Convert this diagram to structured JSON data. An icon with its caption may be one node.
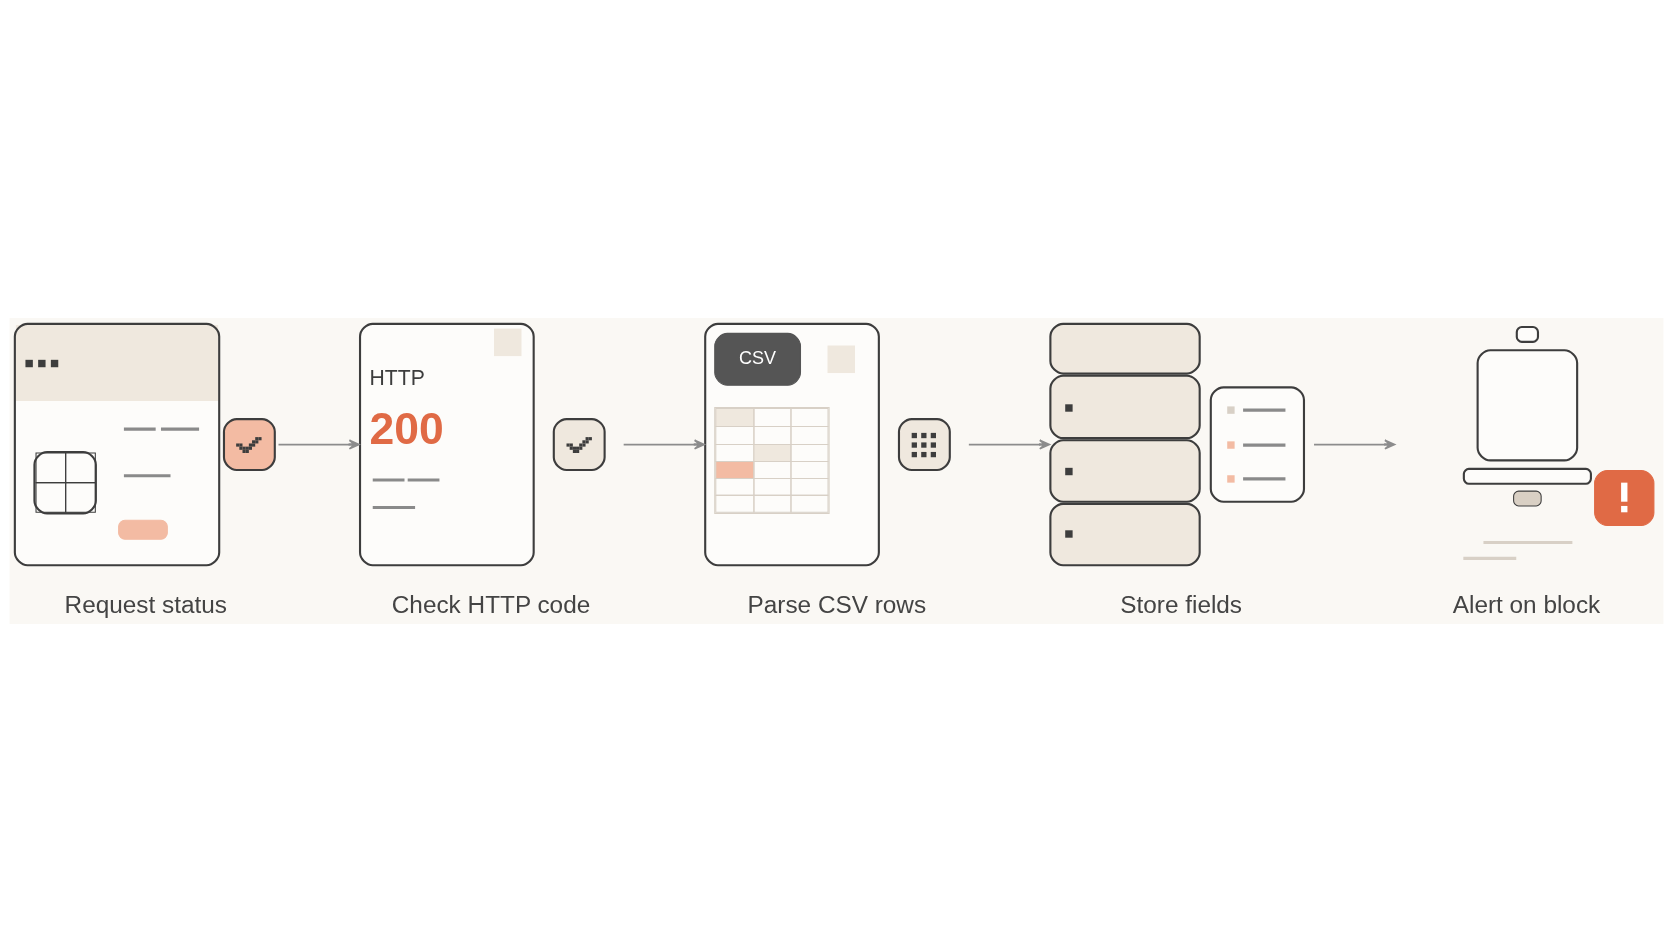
{
  "diagram": {
    "nodes": [
      {
        "text": [
          "Request status"
        ]
      },
      {
        "text": [
          "HTTP",
          "200",
          "Check HTTP code"
        ]
      },
      {
        "text": [
          "CSV",
          "Parse CSV rows"
        ]
      },
      {
        "text": [
          "Store fields"
        ]
      },
      {
        "text": [
          "Alert on block"
        ]
      }
    ],
    "edges": [
      {
        "from": 0,
        "to": 1,
        "arrow": "to"
      },
      {
        "from": 1,
        "to": 2,
        "arrow": "to"
      },
      {
        "from": 2,
        "to": 3,
        "arrow": "to"
      },
      {
        "from": 3,
        "to": 4,
        "arrow": "to"
      }
    ]
  }
}
